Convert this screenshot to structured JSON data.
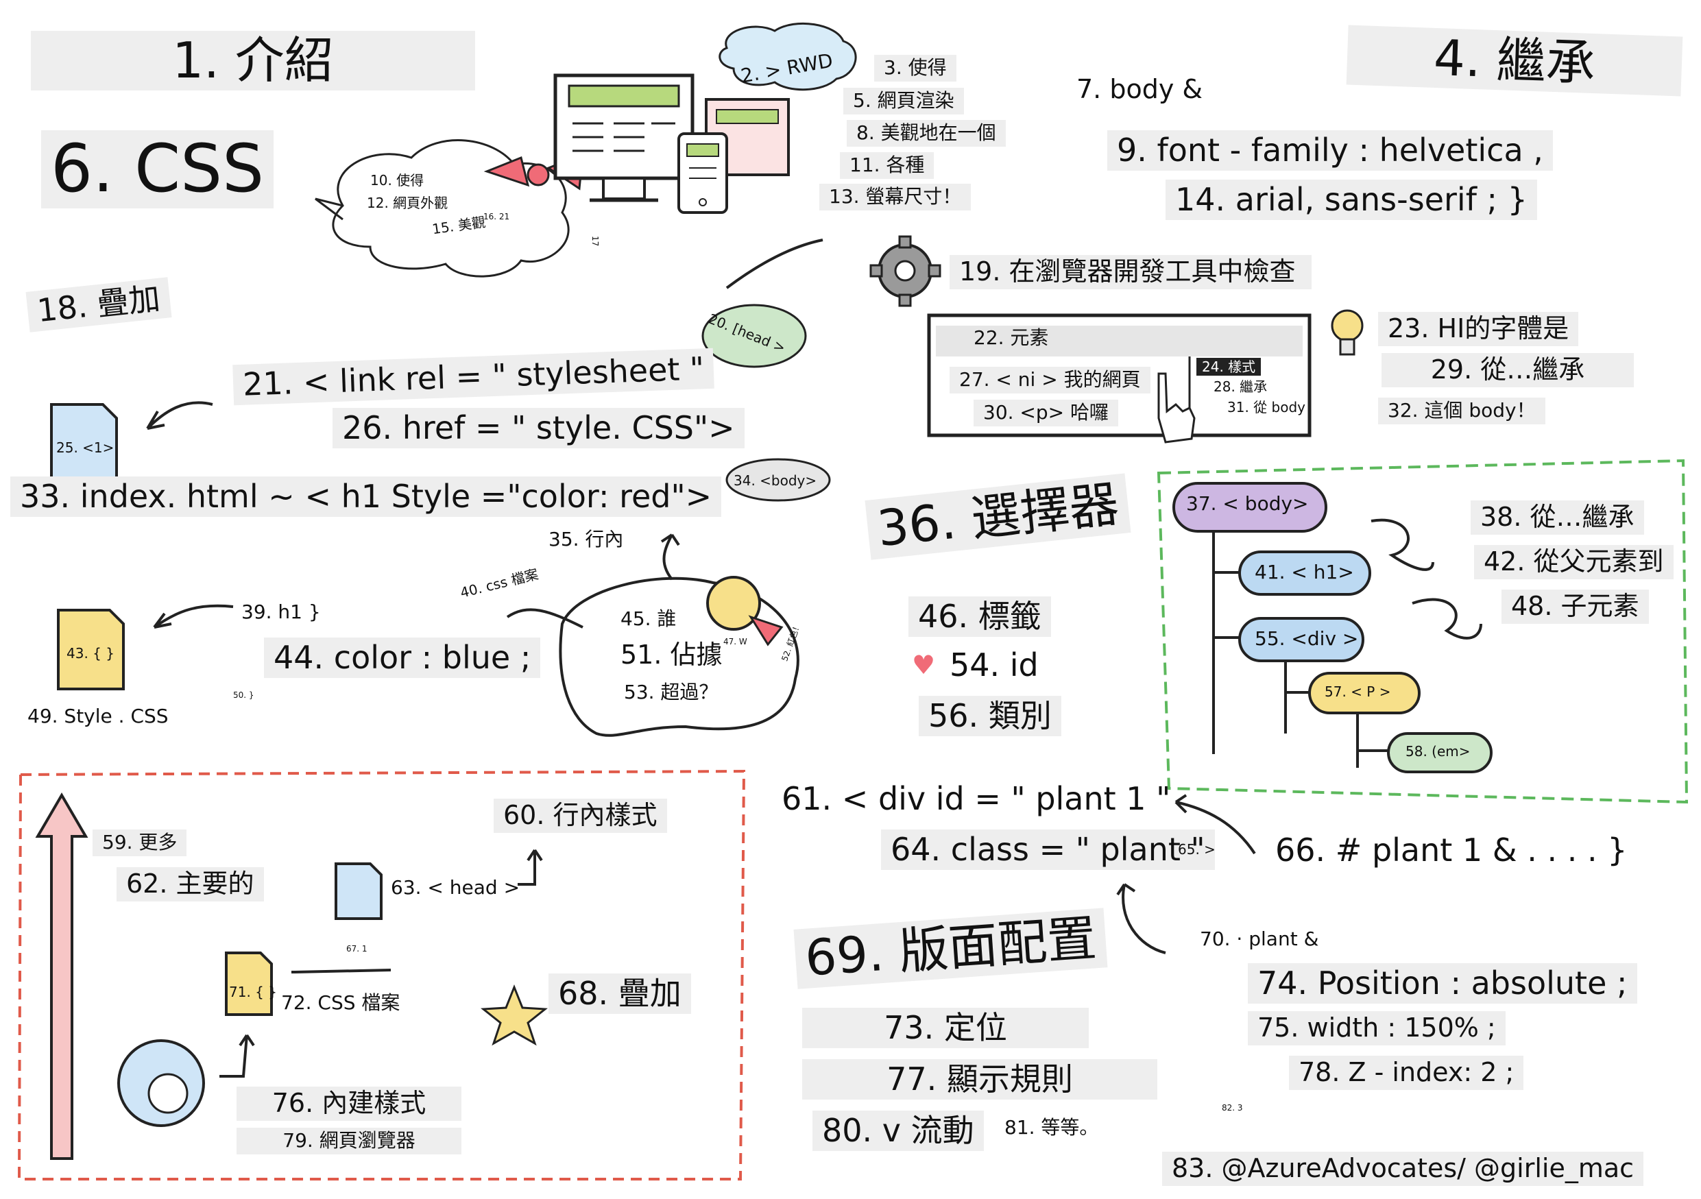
{
  "labels": {
    "t1": "1. 介紹",
    "t6": "6. CSS",
    "t2": "2. > RWD",
    "t3": "3. 使得",
    "t5": "5. 網頁渲染",
    "t8": "8. 美觀地在一個",
    "t11": "11. 各種",
    "t13": "13. 螢幕尺寸！",
    "t10": "10. 使得",
    "t12": "12. 網頁外觀",
    "t15": "15. 美觀",
    "t16": "16. 21",
    "t17": "17",
    "t7": "7. body &",
    "t4": "4. 繼承",
    "t9": "9. font - family : helvetica ,",
    "t14": "14. arial, sans-serif ; }",
    "t18": "18. 疊加",
    "t19": "19. 在瀏覽器開發工具中檢查",
    "t20": "20. [head >",
    "t21": "21. < link rel = \" stylesheet \"",
    "t26": "26. href = \" style. CSS\">",
    "t25": "25. <1>",
    "t22": "22. 元素",
    "t27": "27. < ni > 我的網頁",
    "t30": "30. <p> 哈囉",
    "t24": "24. 樣式",
    "t28": "28. 繼承",
    "t31": "31. 從 body",
    "t23": "23. HI的字體是",
    "t29": "29. 從…繼承",
    "t32": "32. 這個 body！",
    "t33": "33. index. html ~ < h1 Style =\"color: red\">",
    "t34": "34. <body>",
    "t35": "35. 行內",
    "t36": "36. 選擇器",
    "t37": "37. < body>",
    "t38": "38. 從…繼承",
    "t42": "42. 從父元素到",
    "t48": "48. 子元素",
    "t41": "41. < h1>",
    "t55": "55. <div >",
    "t57": "57. < P >",
    "t58": "58. (em>",
    "t39": "39. h1 }",
    "t40": "40. css 檔案",
    "t43": "43. { }",
    "t44": "44. color : blue ;",
    "t45": "45. 誰",
    "t51": "51. 佔據",
    "t53": "53. 超過？",
    "t47": "47. W",
    "t52": "52. 紅色！",
    "t49": "49. Style . CSS",
    "t50": "50. }",
    "t46": "46. 標籤",
    "t54": "54. id",
    "t56": "56. 類別",
    "t59": "59. 更多",
    "t62": "62. 主要的",
    "t60": "60. 行內樣式",
    "t63": "63. < head >",
    "t67": "67. 1",
    "t71": "71. { }",
    "t72": "72. CSS 檔案",
    "t68": "68. 疊加",
    "t76": "76. 內建樣式",
    "t79": "79. 網頁瀏覽器",
    "t61": "61. < div id = \" plant 1 \"",
    "t64": "64. class = \" plant \"",
    "t65": "65. >",
    "t66": "66. # plant 1 & . . . . }",
    "t69": "69. 版面配置",
    "t70": "70. · plant &",
    "t74": "74. Position : absolute ;",
    "t75": "75. width : 150% ;",
    "t78": "78. Z - index: 2 ;",
    "t82": "82. 3",
    "t73": "73. 定位",
    "t77": "77. 顯示規則",
    "t80": "80. v 流動",
    "t81": "81. 等等。",
    "t83": "83. @AzureAdvocates/ @girlie_mac"
  },
  "colors": {
    "tape": "#eeeeee",
    "green_dash": "#5cb85c",
    "red_dash": "#e05a4a",
    "arrow_pink": "#f7c6c6",
    "bow_red": "#f06b77",
    "purple_pill": "#cdb7e2",
    "blue_pill": "#bcd9f2",
    "yellow_pill": "#f7e08a",
    "green_pill": "#cde7c9",
    "file_yellow": "#f7e08a",
    "file_blue": "#cfe5f7",
    "screen_green": "#b7d97d",
    "gear_gray": "#9a9a9a"
  }
}
